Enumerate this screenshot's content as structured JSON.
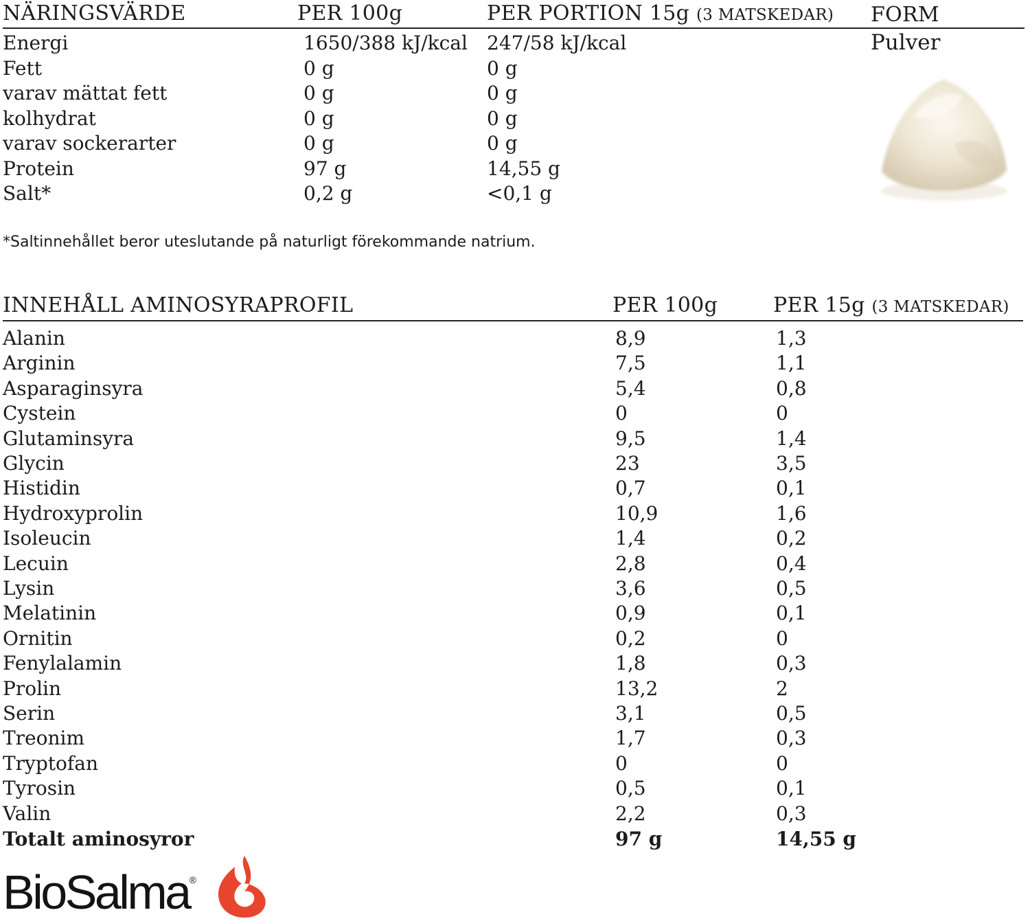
{
  "nutrition": {
    "headers": {
      "name": "NÄRINGSVÄRDE",
      "per100": "PER 100g",
      "portion": "PER PORTION 15g",
      "portion_note": "(3 MATSKEDAR)",
      "form": "FORM"
    },
    "form_value": "Pulver",
    "rows": [
      {
        "name": "Energi",
        "per100": "1650/388 kJ/kcal",
        "portion": "247/58 kJ/kcal"
      },
      {
        "name": "Fett",
        "per100": "0 g",
        "portion": "0 g"
      },
      {
        "name": "varav mättat fett",
        "per100": "0 g",
        "portion": "0 g"
      },
      {
        "name": "kolhydrat",
        "per100": "0 g",
        "portion": "0 g"
      },
      {
        "name": "varav sockerarter",
        "per100": "0 g",
        "portion": "0 g"
      },
      {
        "name": "Protein",
        "per100": "97 g",
        "portion": "14,55 g"
      },
      {
        "name": "Salt*",
        "per100": "0,2 g",
        "portion": "<0,1 g"
      }
    ],
    "footnote": "*Saltinnehållet beror uteslutande på naturligt förekommande natrium."
  },
  "amino": {
    "headers": {
      "name": "INNEHÅLL AMINOSYRAPROFIL",
      "per100": "PER 100g",
      "per15": "PER 15g",
      "per15_note": "(3 MATSKEDAR)"
    },
    "rows": [
      {
        "name": "Alanin",
        "per100": "8,9",
        "per15": "1,3"
      },
      {
        "name": "Arginin",
        "per100": "7,5",
        "per15": "1,1"
      },
      {
        "name": "Asparaginsyra",
        "per100": "5,4",
        "per15": "0,8"
      },
      {
        "name": "Cystein",
        "per100": "0",
        "per15": "0"
      },
      {
        "name": "Glutaminsyra",
        "per100": "9,5",
        "per15": "1,4"
      },
      {
        "name": "Glycin",
        "per100": "23",
        "per15": "3,5"
      },
      {
        "name": "Histidin",
        "per100": "0,7",
        "per15": "0,1"
      },
      {
        "name": "Hydroxyprolin",
        "per100": "10,9",
        "per15": "1,6"
      },
      {
        "name": "Isoleucin",
        "per100": "1,4",
        "per15": "0,2"
      },
      {
        "name": "Lecuin",
        "per100": "2,8",
        "per15": "0,4"
      },
      {
        "name": "Lysin",
        "per100": "3,6",
        "per15": "0,5"
      },
      {
        "name": "Melatinin",
        "per100": "0,9",
        "per15": "0,1"
      },
      {
        "name": "Ornitin",
        "per100": "0,2",
        "per15": "0"
      },
      {
        "name": "Fenylalamin",
        "per100": "1,8",
        "per15": "0,3"
      },
      {
        "name": "Prolin",
        "per100": "13,2",
        "per15": "2"
      },
      {
        "name": "Serin",
        "per100": "3,1",
        "per15": "0,5"
      },
      {
        "name": "Treonim",
        "per100": "1,7",
        "per15": "0,3"
      },
      {
        "name": "Tryptofan",
        "per100": "0",
        "per15": "0"
      },
      {
        "name": "Tyrosin",
        "per100": "0,5",
        "per15": "0,1"
      },
      {
        "name": "Valin",
        "per100": "2,2",
        "per15": "0,3"
      }
    ],
    "total": {
      "name": "Totalt aminosyror",
      "per100": "97 g",
      "per15": "14,55 g"
    }
  },
  "brand": {
    "name": "BioSalma",
    "registered": "®",
    "flame_color": "#e8452f"
  }
}
